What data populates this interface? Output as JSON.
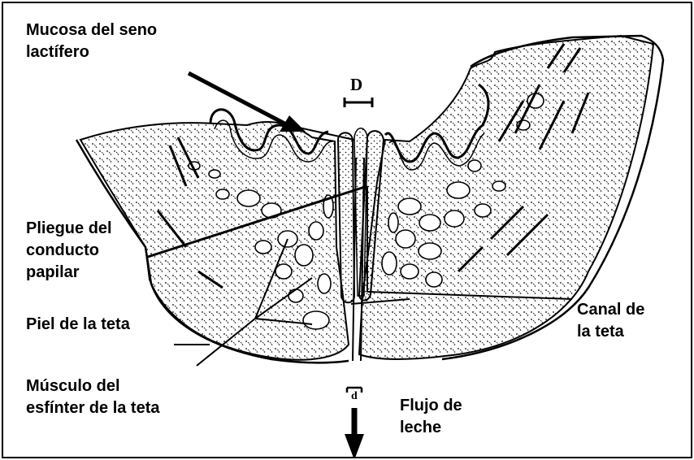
{
  "labels": {
    "mucosa": "Mucosa del seno\nlactífero",
    "pliegue": "Pliegue del\nconducto\npapilar",
    "piel": "Piel de la teta",
    "musculo": "Músculo del\nesfínter de la teta",
    "canal": "Canal de\nla teta",
    "flujo": "Flujo de\nleche",
    "scale_upper": "D",
    "scale_lower": "d"
  }
}
